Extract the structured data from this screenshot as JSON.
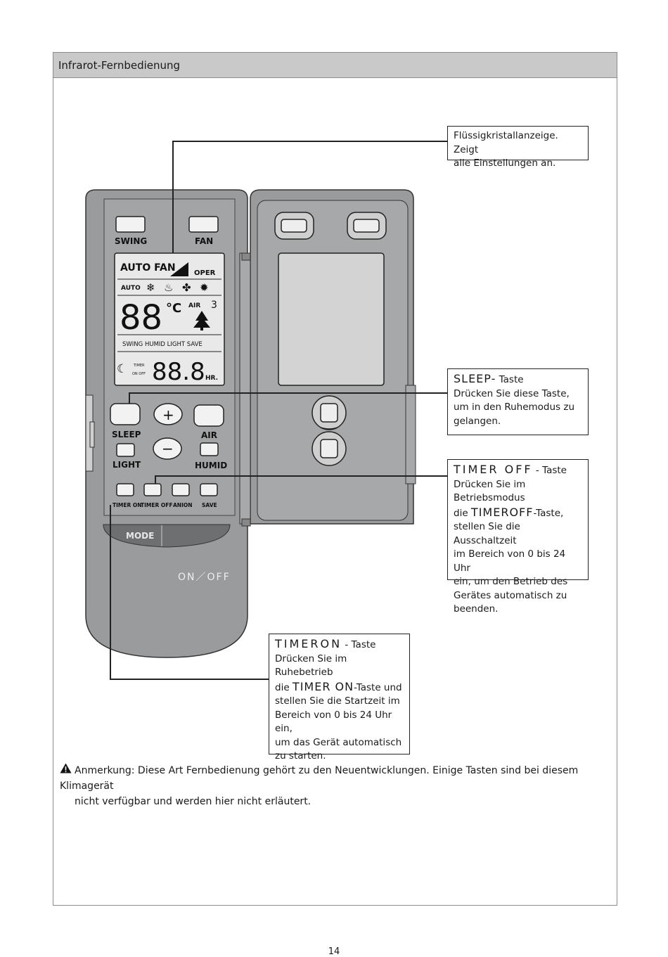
{
  "header": {
    "title": "Infrarot-Fernbedienung"
  },
  "remote": {
    "buttons": {
      "swing": "SWING",
      "fan": "FAN",
      "sleep": "SLEEP",
      "air": "AIR",
      "light": "LIGHT",
      "humid": "HUMID",
      "timer_on": "TIMER ON",
      "timer_off": "TIMER OFF",
      "anion": "ANION",
      "save": "SAVE",
      "mode": "MODE",
      "on_off": "ON／OFF",
      "plus": "+",
      "minus": "−"
    },
    "lcd": {
      "auto_fan": "AUTO FAN",
      "oper": "OPER",
      "auto": "AUTO",
      "temp": "88",
      "unit": "°C",
      "air": "AIR",
      "air_level": "3",
      "modes_row": "SWING HUMID LIGHT SAVE",
      "timer_label": "TIMER",
      "on_off_label": "ON OFF",
      "time": "88.8",
      "hrs": "HR."
    }
  },
  "callouts": {
    "lcd": {
      "line1": "Flüssigkristallanzeige. Zeigt",
      "line2": "alle Einstellungen an."
    },
    "sleep": {
      "title": "SLEEP-",
      "title_suffix": " Taste",
      "lines": [
        "Drücken Sie diese Taste,",
        "um in den Ruhemodus zu",
        "gelangen."
      ]
    },
    "timer_off": {
      "title": "TIMER OFF",
      "title_suffix": " - Taste",
      "line1": "Drücken Sie im Betriebsmodus",
      "line2_a": "die ",
      "line2_b": "TIMEROFF",
      "line2_c": "-Taste,",
      "lines": [
        "stellen Sie die Ausschaltzeit",
        "im Bereich von 0 bis 24 Uhr",
        "ein, um den Betrieb des",
        "Gerätes automatisch zu",
        "beenden."
      ]
    },
    "timer_on": {
      "title": "TIMERON",
      "title_suffix": " - Taste",
      "line1": "Drücken Sie im Ruhebetrieb",
      "line2_a": "die ",
      "line2_b": "TIMER ON",
      "line2_c": "-Taste und",
      "lines": [
        "stellen Sie die Startzeit im",
        "Bereich  von 0 bis 24 Uhr ein,",
        "um das Gerät automatisch",
        "zu starten."
      ]
    }
  },
  "note": {
    "line1": "Anmerkung: Diese Art Fernbedienung gehört zu den Neuentwicklungen. Einige Tasten sind bei diesem Klimagerät",
    "line2": "nicht verfügbar und werden hier nicht erläutert."
  },
  "page_number": "14"
}
